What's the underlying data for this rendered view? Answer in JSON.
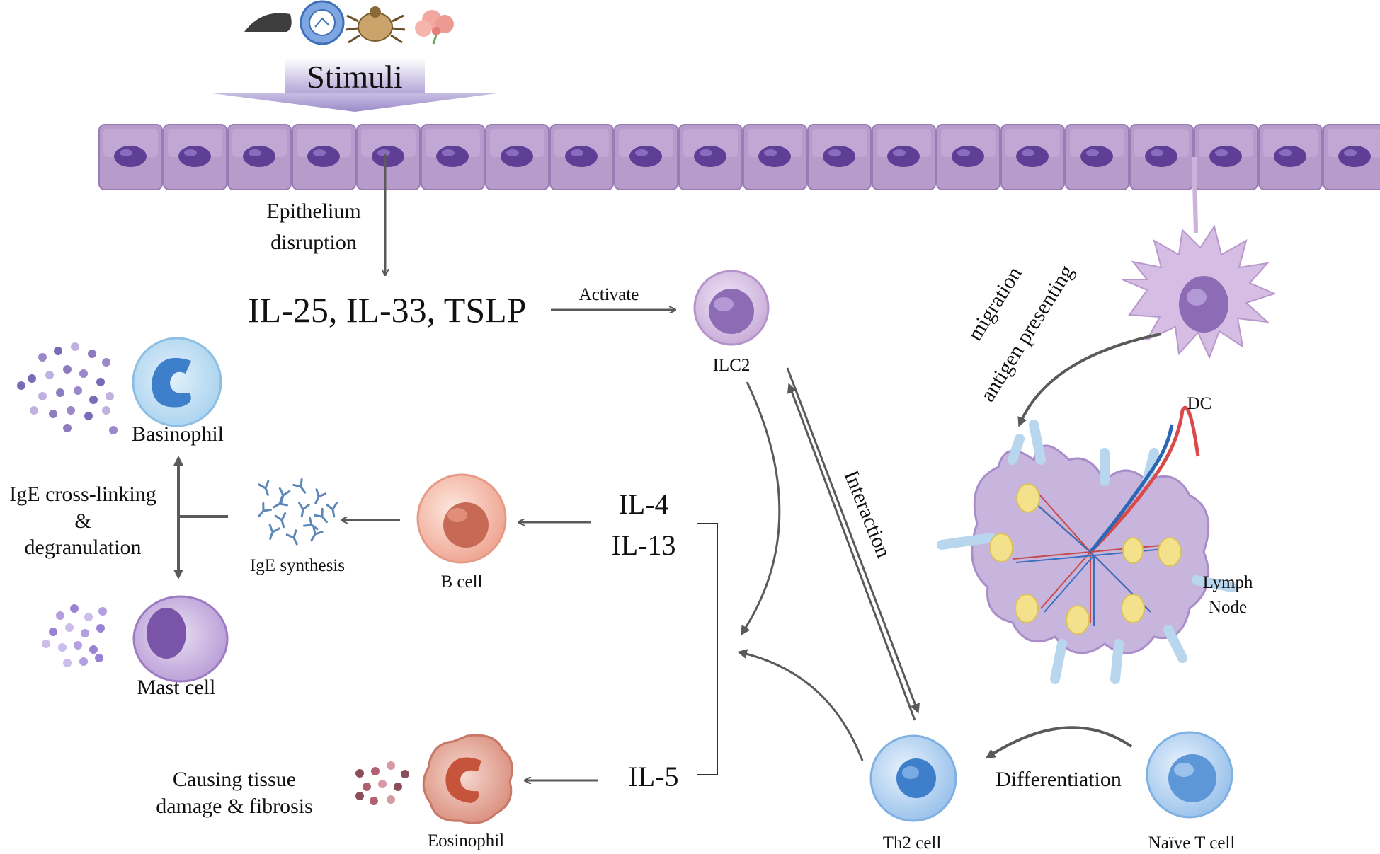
{
  "stimuli": {
    "label": "Stimuli"
  },
  "epithelium": {
    "label_line1": "Epithelium",
    "label_line2": "disruption"
  },
  "cytokines_alarmins": {
    "label": "IL-25, IL-33, TSLP"
  },
  "activate": {
    "label": "Activate"
  },
  "ilc2": {
    "label": "ILC2"
  },
  "dc": {
    "label": "DC",
    "migration_label": "migration",
    "antigen_label": "antigen presenting"
  },
  "lymph_node": {
    "label_line1": "Lymph",
    "label_line2": "Node"
  },
  "interaction": {
    "label": "Interaction"
  },
  "basophil": {
    "label": "Basinophil"
  },
  "mast_cell": {
    "label": "Mast cell"
  },
  "ige_crosslink": {
    "line1": "IgE cross-linking",
    "line2": "&",
    "line3": "degranulation"
  },
  "ige_synthesis": {
    "label": "IgE synthesis"
  },
  "b_cell": {
    "label": "B cell"
  },
  "il4": {
    "label": "IL-4"
  },
  "il13": {
    "label": "IL-13"
  },
  "il5": {
    "label": "IL-5"
  },
  "eosinophil": {
    "label": "Eosinophil"
  },
  "tissue_damage": {
    "line1": "Causing tissue",
    "line2": "damage & fibrosis"
  },
  "th2": {
    "label": "Th2 cell"
  },
  "differentiation": {
    "label": "Differentiation"
  },
  "naive_t": {
    "label": "Naïve T cell"
  }
}
